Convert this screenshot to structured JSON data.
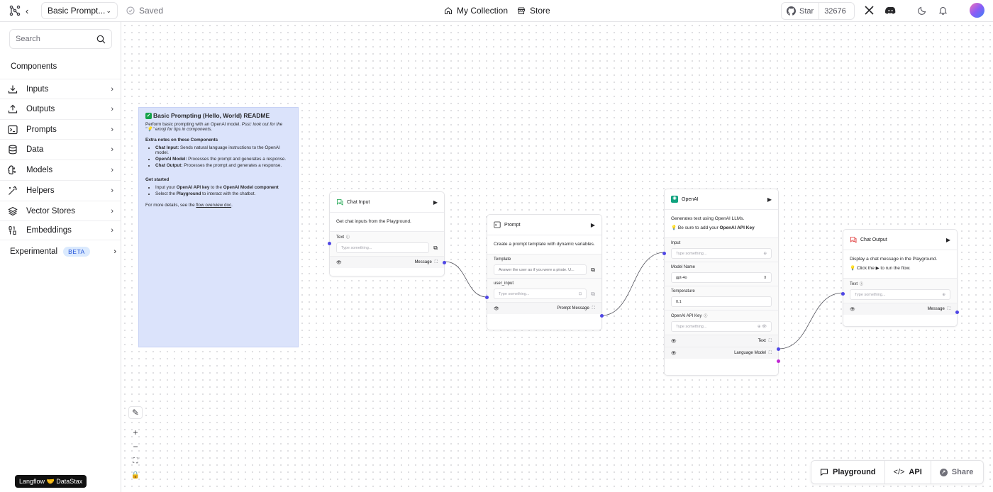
{
  "topbar": {
    "flow_name": "Basic Prompt...",
    "save_status": "Saved",
    "nav_collection": "My Collection",
    "nav_store": "Store",
    "star_label": "Star",
    "star_count": "32676"
  },
  "sidebar": {
    "search_placeholder": "Search",
    "components_title": "Components",
    "categories": [
      {
        "label": "Inputs",
        "icon": "download-icon"
      },
      {
        "label": "Outputs",
        "icon": "upload-icon"
      },
      {
        "label": "Prompts",
        "icon": "terminal-icon"
      },
      {
        "label": "Data",
        "icon": "database-icon"
      },
      {
        "label": "Models",
        "icon": "brain-icon"
      },
      {
        "label": "Helpers",
        "icon": "wand-icon"
      },
      {
        "label": "Vector Stores",
        "icon": "layers-icon"
      },
      {
        "label": "Embeddings",
        "icon": "binary-icon"
      }
    ],
    "experimental_label": "Experimental",
    "beta_badge": "BETA"
  },
  "note": {
    "title": "Basic Prompting (Hello, World) README",
    "intro_a": "Perform basic prompting with an OpenAI model. ",
    "intro_b": "Psst: look out for the \"💡\" emoji for tips in components.",
    "extra_title": "Extra notes on these Components",
    "items": [
      {
        "b": "Chat Input:",
        "t": " Sends natural language instructions to the OpenAI model."
      },
      {
        "b": "OpenAI Model:",
        "t": " Processes the prompt and generates a response."
      },
      {
        "b": "Chat Output:",
        "t": " Processes the prompt and generates a response."
      }
    ],
    "started_title": "Get started",
    "started_1a": "Input your ",
    "started_1b": "OpenAI API key",
    "started_1c": " to the ",
    "started_1d": "OpenAI Model component",
    "started_2a": "Select the ",
    "started_2b": "Playground",
    "started_2c": " to interact with the chatbot.",
    "footer_a": "For more details, see the ",
    "footer_link": "flow overview doc",
    "footer_b": "."
  },
  "nodes": {
    "chat_input": {
      "title": "Chat Input",
      "desc": "Get chat inputs from the Playground.",
      "field_label": "Text",
      "placeholder": "Type something...",
      "output": "Message"
    },
    "prompt": {
      "title": "Prompt",
      "desc": "Create a prompt template with dynamic variables.",
      "template_label": "Template",
      "template_value": "Answer the user as if you were a pirate. U...",
      "var_label": "user_input",
      "var_placeholder": "Type something...",
      "output": "Prompt Message"
    },
    "openai": {
      "title": "OpenAI",
      "desc": "Generates text using OpenAI LLMs.",
      "tip_a": "💡 Be sure to add your ",
      "tip_b": "OpenAI API Key",
      "input_label": "Input",
      "input_placeholder": "Type something...",
      "model_label": "Model Name",
      "model_value": "gpt-4o",
      "temp_label": "Temperature",
      "temp_value": "0.1",
      "key_label": "OpenAI API Key",
      "key_placeholder": "Type something...",
      "output_text": "Text",
      "output_model": "Language Model"
    },
    "chat_output": {
      "title": "Chat Output",
      "desc": "Display a chat message in the Playground.",
      "tip": "💡 Click the ▶ to run the flow.",
      "field_label": "Text",
      "placeholder": "Type something...",
      "output": "Message"
    }
  },
  "brand": "Langflow 🤝 DataStax",
  "bottombar": {
    "playground": "Playground",
    "api": "API",
    "share": "Share"
  }
}
